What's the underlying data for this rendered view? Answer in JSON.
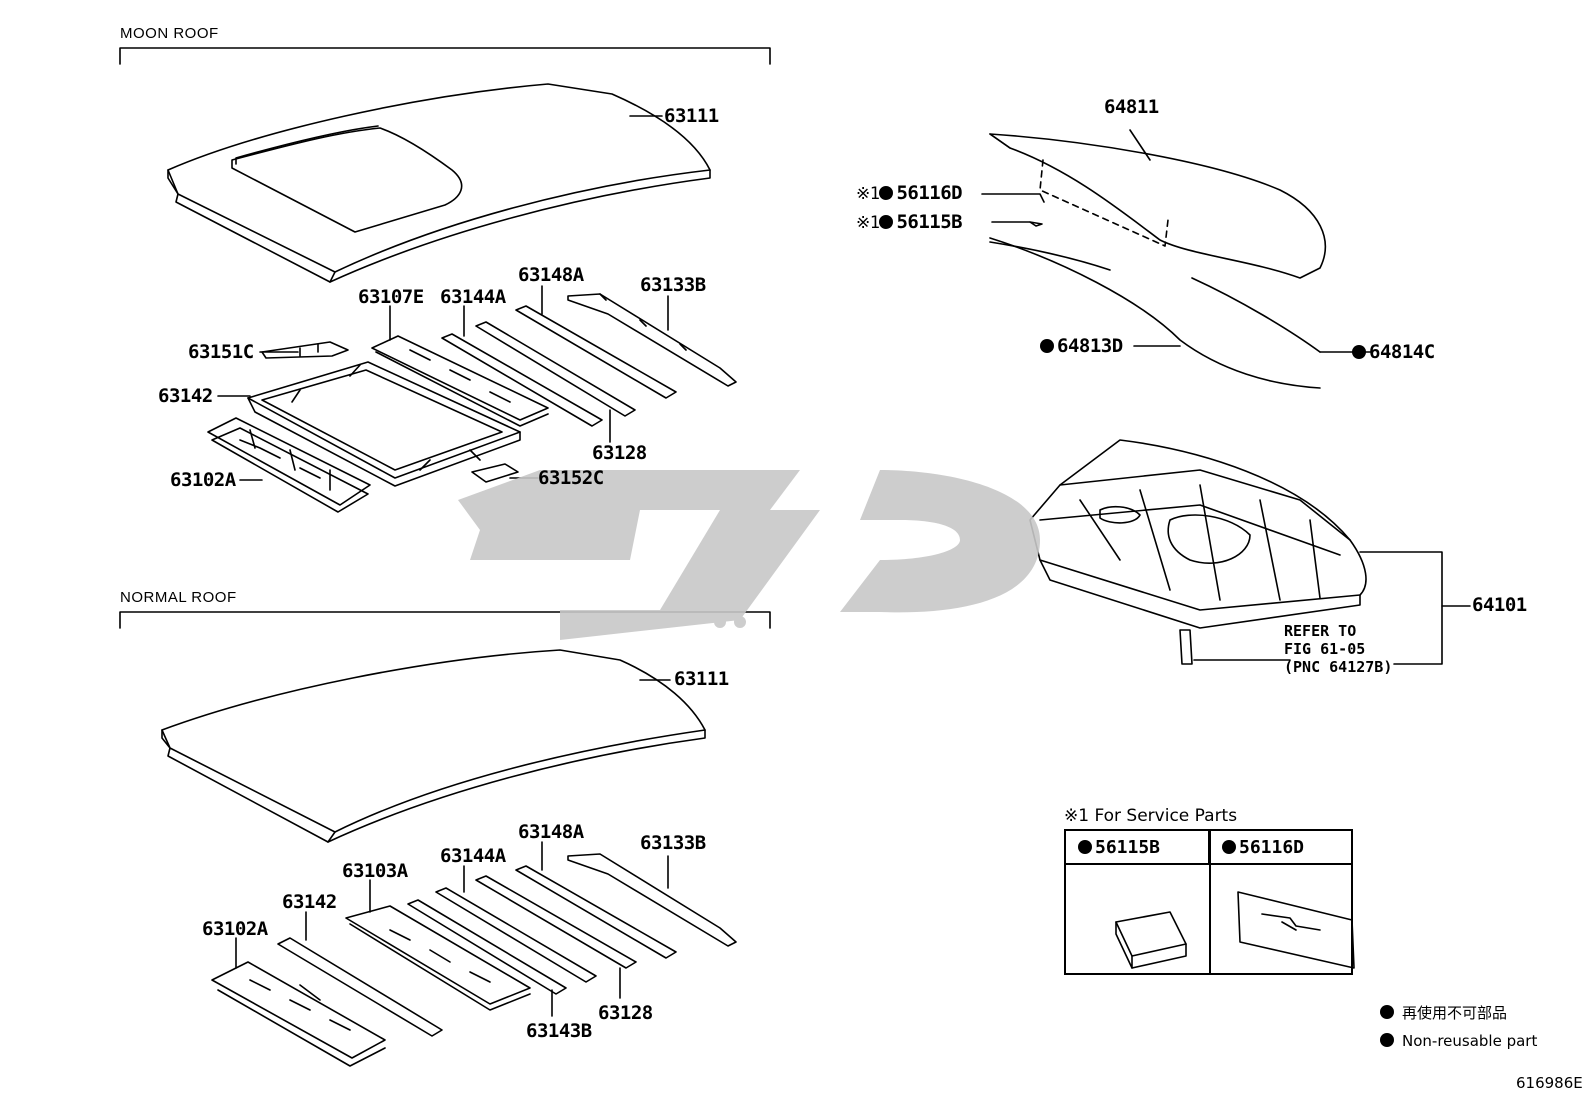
{
  "sections": {
    "moon_roof": "MOON ROOF",
    "normal_roof": "NORMAL ROOF"
  },
  "parts_moon": {
    "p63111": "63111",
    "p63107E": "63107E",
    "p63144A": "63144A",
    "p63148A": "63148A",
    "p63133B": "63133B",
    "p63151C": "63151C",
    "p63142": "63142",
    "p63128": "63128",
    "p63102A": "63102A",
    "p63152C": "63152C"
  },
  "parts_normal": {
    "p63111": "63111",
    "p63148A": "63148A",
    "p63133B": "63133B",
    "p63144A": "63144A",
    "p63103A": "63103A",
    "p63142": "63142",
    "p63102A": "63102A",
    "p63128": "63128",
    "p63143B": "63143B"
  },
  "parts_rear": {
    "p64811": "64811",
    "p56116D": "56116D",
    "p56115B": "56115B",
    "service_mark": "※1",
    "p64813D": "64813D",
    "p64814C": "64814C",
    "p64101": "64101",
    "refer_line1": "REFER TO",
    "refer_line2": "FIG 61-05",
    "refer_line3": "(PNC 64127B)"
  },
  "service_parts": {
    "title": "※1 For Service Parts",
    "col1": "56115B",
    "col2": "56116D"
  },
  "legend": {
    "jp": "再使用不可部品",
    "en": "Non-reusable part"
  },
  "figure_id": "616986E",
  "watermark_color": "#c8c8c8"
}
